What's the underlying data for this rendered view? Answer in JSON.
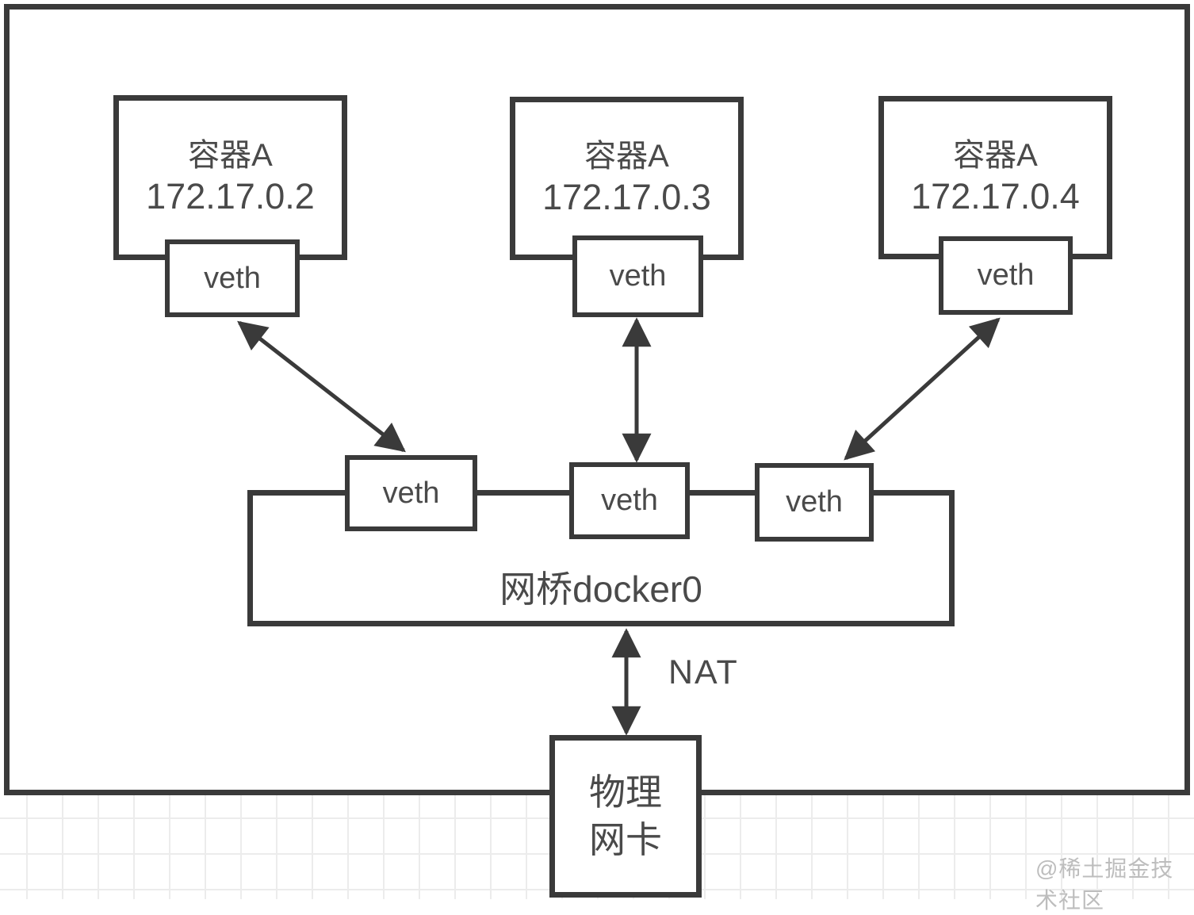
{
  "diagram": {
    "containers": [
      {
        "title": "容器A",
        "ip": "172.17.0.2",
        "veth_label": "veth"
      },
      {
        "title": "容器A",
        "ip": "172.17.0.3",
        "veth_label": "veth"
      },
      {
        "title": "容器A",
        "ip": "172.17.0.4",
        "veth_label": "veth"
      }
    ],
    "bridge": {
      "label": "网桥docker0",
      "veths": [
        "veth",
        "veth",
        "veth"
      ]
    },
    "nat_label": "NAT",
    "nic": {
      "line1": "物理",
      "line2": "网卡"
    }
  },
  "watermark": "@稀土掘金技术社区",
  "colors": {
    "line": "#3a3a3a",
    "text": "#4a4a4a",
    "grid": "#ececec",
    "watermark": "#bdbdbd",
    "background": "#ffffff"
  }
}
